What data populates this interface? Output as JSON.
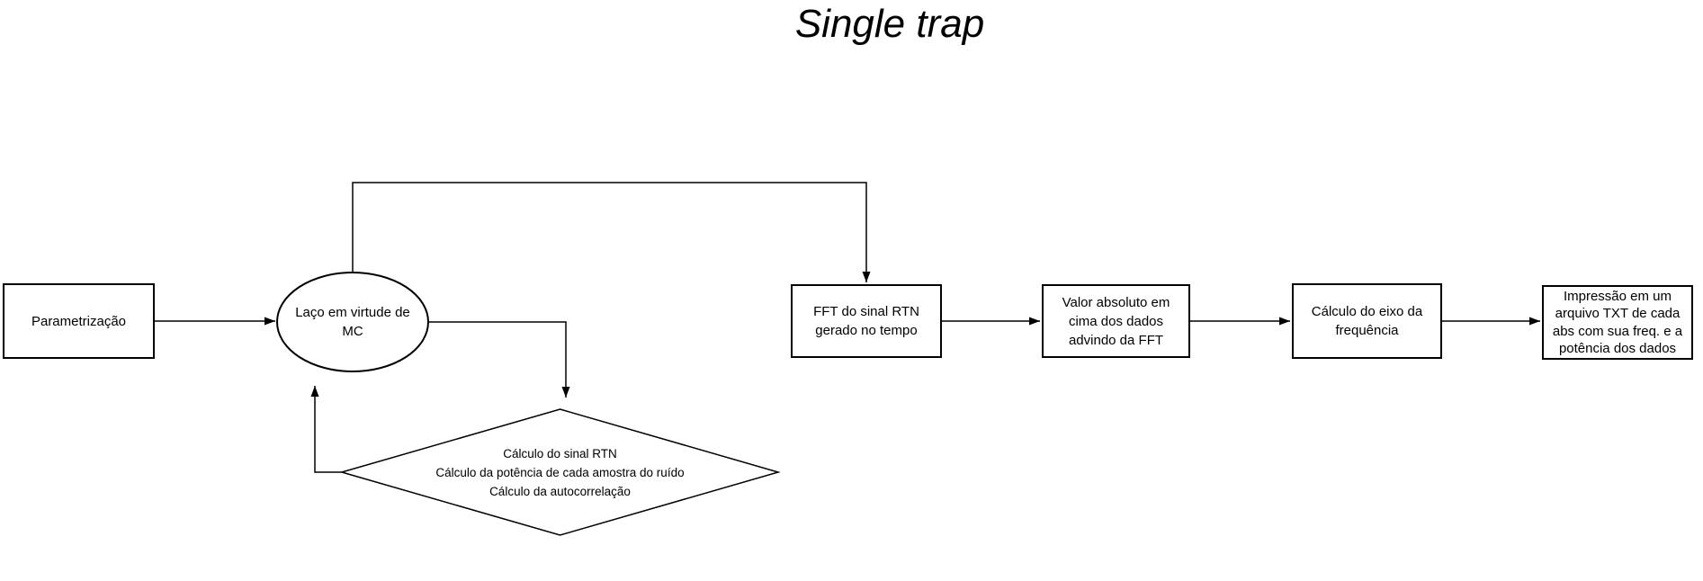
{
  "title": "Single trap",
  "nodes": {
    "parametrizacao": {
      "label": "Parametrização"
    },
    "laco_mc": {
      "line1": "Laço em virtude de",
      "line2": "MC"
    },
    "calculos": {
      "line1": "Cálculo do sinal RTN",
      "line2": "Cálculo da potência de cada amostra do ruído",
      "line3": "Cálculo da autocorrelação"
    },
    "fft": {
      "line1": "FFT do sinal RTN",
      "line2": "gerado no tempo"
    },
    "valor_absoluto": {
      "line1": "Valor absoluto em",
      "line2": "cima dos dados",
      "line3": "advindo da FFT"
    },
    "eixo_frequencia": {
      "line1": "Cálculo do eixo da",
      "line2": "frequência"
    },
    "impressao": {
      "line1": "Impressão em um",
      "line2": "arquivo TXT de cada",
      "line3": "abs com sua freq. e a",
      "line4": "potência dos dados"
    }
  },
  "colors": {
    "stroke": "#000000",
    "text": "#000000",
    "background": "#ffffff"
  }
}
